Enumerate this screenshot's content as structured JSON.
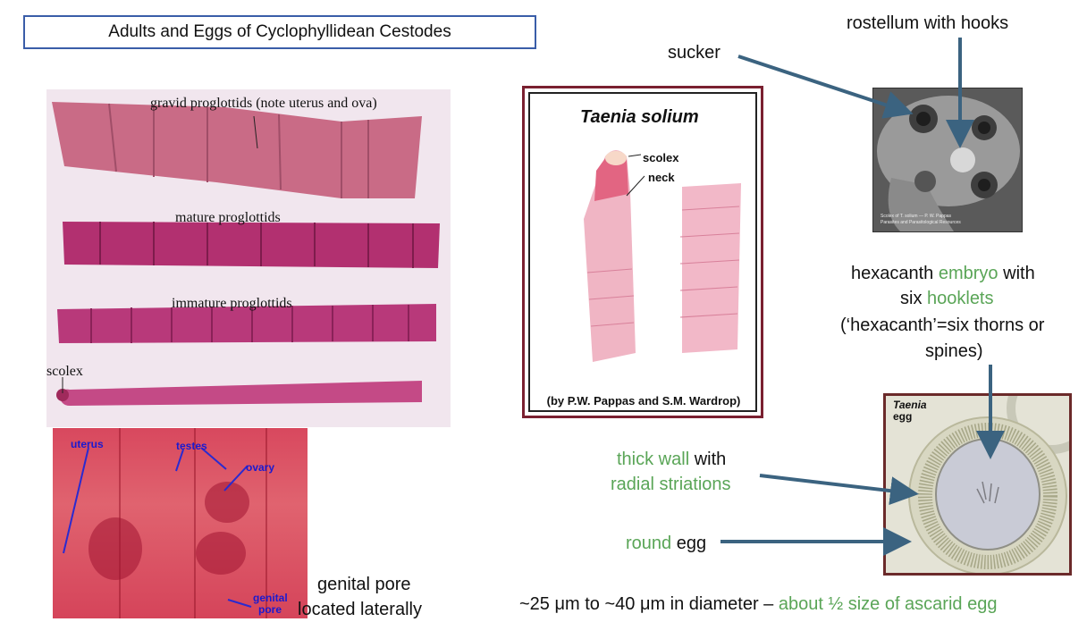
{
  "title": "Adults and Eggs of Cyclophyllidean Cestodes",
  "adults_panel": {
    "gravid": "gravid proglottids (note uterus and ova)",
    "mature": "mature proglottids",
    "immature": "immature proglottids",
    "scolex": "scolex"
  },
  "repro_panel": {
    "uterus": "uterus",
    "testes": "testes",
    "ovary": "ovary",
    "genital_pore_1": "genital",
    "genital_pore_2": "pore"
  },
  "genital_note": {
    "line1": "genital pore",
    "line2": "located laterally"
  },
  "taenia_panel": {
    "title": "Taenia solium",
    "scolex": "scolex",
    "neck": "neck",
    "credit": "(by P.W. Pappas and S.M. Wardrop)"
  },
  "sem_labels": {
    "sucker": "sucker",
    "rostellum": "rostellum with hooks",
    "credit_1": "Scolex of T. solium — P. W. Pappas",
    "credit_2": "Parasites and Parasitological Resources"
  },
  "hexacanth": {
    "l1a": "hexacanth ",
    "l1b": "embryo",
    "l1c": " with",
    "l2a": "six ",
    "l2b": "hooklets",
    "l3": "(‘hexacanth’=six thorns or",
    "l4": "spines)"
  },
  "egg_panel": {
    "label1": "Taenia",
    "label2": "egg"
  },
  "thick_wall": {
    "a": "thick wall",
    "b": " with",
    "c": "radial striations"
  },
  "round_egg": {
    "a": "round",
    "b": " egg"
  },
  "diameter": {
    "a": "~25 μm to ~40 μm in diameter – ",
    "b": "about ½ size of ascarid egg"
  },
  "colors": {
    "arrow": "#3b6380",
    "green_text": "#5aa557",
    "title_border": "#3a5da8"
  }
}
